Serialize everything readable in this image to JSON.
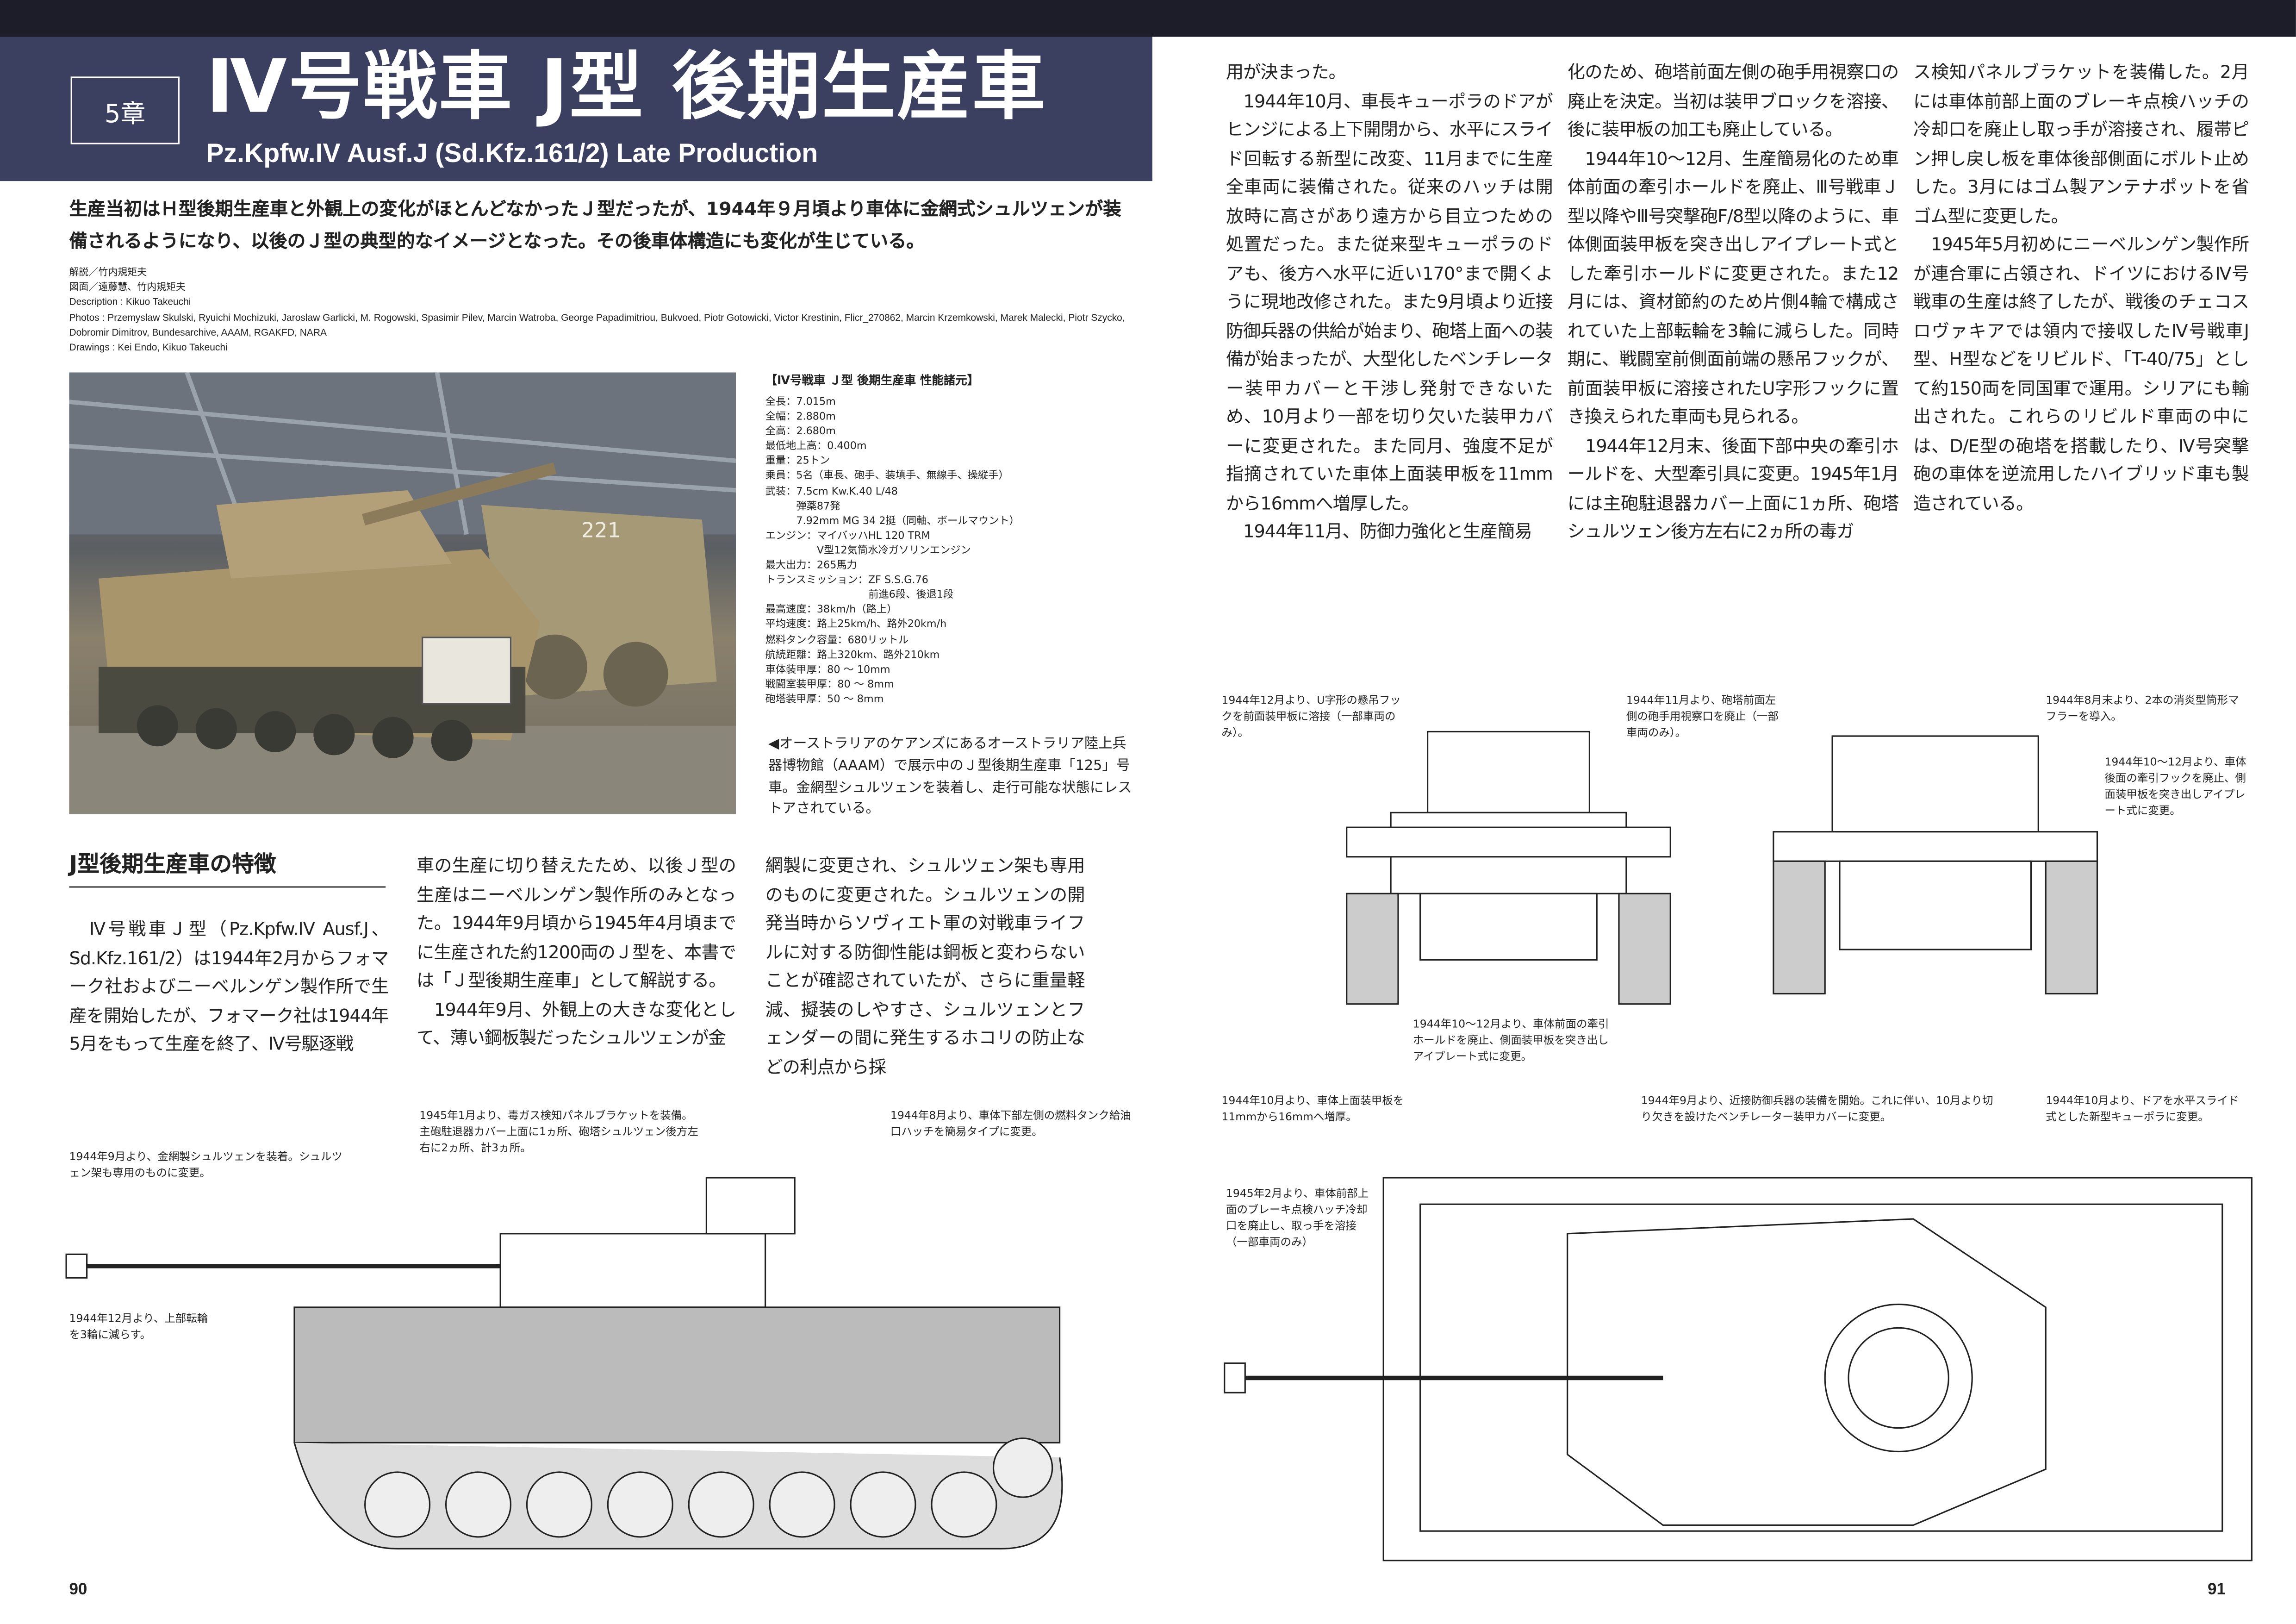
{
  "header": {
    "chapter": "5章",
    "title": "Ⅳ号戦車 J型 後期生産車",
    "subtitle": "Pz.Kpfw.IV Ausf.J (Sd.Kfz.161/2) Late Production"
  },
  "lead": "生産当初はＨ型後期生産車と外観上の変化がほとんどなかったＪ型だったが、1944年９月頃より車体に金網式シュルツェンが装備されるようになり、以後のＪ型の典型的なイメージとなった。その後車体構造にも変化が生じている。",
  "credits": [
    "解説／竹内規矩夫",
    "図面／遠藤慧、竹内規矩夫",
    "Description : Kikuo Takeuchi",
    "Photos : Przemyslaw Skulski, Ryuichi Mochizuki, Jaroslaw Garlicki, M. Rogowski, Spasimir Pilev, Marcin Watroba, George Papadimitriou, Bukvoed, Piotr Gotowicki, Victor Krestinin, Flicr_270862, Marcin Krzemkowski, Marek Malecki, Piotr Szycko, Dobromir Dimitrov, Bundesarchive, AAAM, RGAKFD, NARA",
    "Drawings : Kei Endo, Kikuo Takeuchi"
  ],
  "photo": {
    "plate": "221"
  },
  "specs": {
    "heading": "【Ⅳ号戦車 Ｊ型 後期生産車 性能諸元】",
    "lines": [
      "全長：7.015m",
      "全幅：2.880m",
      "全高：2.680m",
      "最低地上高：0.400m",
      "重量：25トン",
      "乗員：5名（車長、砲手、装填手、無線手、操縦手）",
      "武装：7.5cm Kw.K.40 L/48",
      "　　　弾薬87発",
      "　　　7.92mm MG 34 2挺（同軸、ボールマウント）",
      "エンジン：マイバッハHL 120 TRM",
      "　　　　　V型12気筒水冷ガソリンエンジン",
      "最大出力：265馬力",
      "トランスミッション：ZF S.S.G.76",
      "　　　　　　　　　　前進6段、後退1段",
      "最高速度：38km/h（路上）",
      "平均速度：路上25km/h、路外20km/h",
      "燃料タンク容量：680リットル",
      "航続距離：路上320km、路外210km",
      "車体装甲厚：80 ～ 10mm",
      "戦闘室装甲厚：80 ～ 8mm",
      "砲塔装甲厚：50 ～ 8mm"
    ]
  },
  "caption": "◀オーストラリアのケアンズにあるオーストラリア陸上兵器博物館（AAAM）で展示中のＪ型後期生産車「125」号車。金網型シュルツェンを装着し、走行可能な状態にレストアされている。",
  "section_heading": "J型後期生産車の特徴",
  "body_left": [
    "　Ⅳ号戦車Ｊ型（Pz.Kpfw.IV Ausf.J、Sd.Kfz.161/2）は1944年2月からフォマーク社およびニーベルンゲン製作所で生産を開始したが、フォマーク社は1944年5月をもって生産を終了、Ⅳ号駆逐戦",
    "車の生産に切り替えたため、以後Ｊ型の生産はニーベルンゲン製作所のみとなった。1944年9月頃から1945年4月頃までに生産された約1200両のＪ型を、本書では「Ｊ型後期生産車」として解説する。\n　1944年9月、外観上の大きな変化として、薄い鋼板製だったシュルツェンが金",
    "網製に変更され、シュルツェン架も専用のものに変更された。シュルツェンの開発当時からソヴィエト軍の対戦車ライフルに対する防御性能は鋼板と変わらないことが確認されていたが、さらに重量軽減、擬装のしやすさ、シュルツェンとフェンダーの間に発生するホコリの防止などの利点から採"
  ],
  "body_right": [
    "用が決まった。\n　1944年10月、車長キューポラのドアがヒンジによる上下開閉から、水平にスライド回転する新型に改変、11月までに生産全車両に装備された。従来のハッチは開放時に高さがあり遠方から目立つための処置だった。また従来型キューポラのドアも、後方へ水平に近い170°まで開くように現地改修された。また9月頃より近接防御兵器の供給が始まり、砲塔上面への装備が始まったが、大型化したベンチレーター装甲カバーと干渉し発射できないため、10月より一部を切り欠いた装甲カバーに変更された。また同月、強度不足が指摘されていた車体上面装甲板を11mmから16mmへ増厚した。\n　1944年11月、防御力強化と生産簡易",
    "化のため、砲塔前面左側の砲手用視察口の廃止を決定。当初は装甲ブロックを溶接、後に装甲板の加工も廃止している。\n　1944年10～12月、生産簡易化のため車体前面の牽引ホールドを廃止、Ⅲ号戦車Ｊ型以降やⅢ号突撃砲F/8型以降のように、車体側面装甲板を突き出しアイプレート式とした牽引ホールドに変更された。また12月には、資材節約のため片側4輪で構成されていた上部転輪を3輪に減らした。同時期に、戦闘室前側面前端の懸吊フックが、前面装甲板に溶接されたU字形フックに置き換えられた車両も見られる。\n　1944年12月末、後面下部中央の牽引ホールドを、大型牽引具に変更。1945年1月には主砲駐退器カバー上面に1ヵ所、砲塔シュルツェン後方左右に2ヵ所の毒ガ",
    "ス検知パネルブラケットを装備した。2月には車体前部上面のブレーキ点検ハッチの冷却口を廃止し取っ手が溶接され、履帯ピン押し戻し板を車体後部側面にボルト止めした。3月にはゴム製アンテナポットを省ゴム型に変更した。\n　1945年5月初めにニーベルンゲン製作所が連合軍に占領され、ドイツにおけるⅣ号戦車の生産は終了したが、戦後のチェコスロヴァキアでは領内で接収したⅣ号戦車J型、H型などをリビルド、「T-40/75」として約150両を同国軍で運用。シリアにも輸出された。これらのリビルド車両の中には、D/E型の砲塔を搭載したり、Ⅳ号突撃砲の車体を逆流用したハイブリッド車も製造されている。"
  ],
  "notes": {
    "side_1": "1944年9月より、金網製シュルツェンを装着。シュルツェン架も専用のものに変更。",
    "side_2": "1945年1月より、毒ガス検知パネルブラケットを装備。主砲駐退器カバー上面に1ヵ所、砲塔シュルツェン後方左右に2ヵ所、計3ヵ所。",
    "side_3": "1944年8月より、車体下部左側の燃料タンク給油口ハッチを簡易タイプに変更。",
    "side_4": "1944年12月より、上部転輪を3輪に減らす。",
    "front_1": "1944年12月より、U字形の懸吊フックを前面装甲板に溶接（一部車両のみ）。",
    "front_2": "1944年11月より、砲塔前面左側の砲手用視察口を廃止（一部車両のみ）。",
    "front_3": "1944年10～12月より、車体前面の牽引ホールドを廃止、側面装甲板を突き出しアイプレート式に変更。",
    "rear_1": "1944年8月末より、2本の消炎型筒形マフラーを導入。",
    "rear_2": "1944年10～12月より、車体後面の牽引フックを廃止、側面装甲板を突き出しアイプレート式に変更。",
    "top_1": "1944年10月より、車体上面装甲板を11mmから16mmへ増厚。",
    "top_2": "1944年9月より、近接防御兵器の装備を開始。これに伴い、10月より切り欠きを設けたベンチレーター装甲カバーに変更。",
    "top_3": "1944年10月より、ドアを水平スライド式とした新型キューポラに変更。",
    "top_4": "1945年2月より、車体前部上面のブレーキ点検ハッチ冷却口を廃止し、取っ手を溶接（一部車両のみ）"
  },
  "pages": {
    "left": "90",
    "right": "91"
  }
}
